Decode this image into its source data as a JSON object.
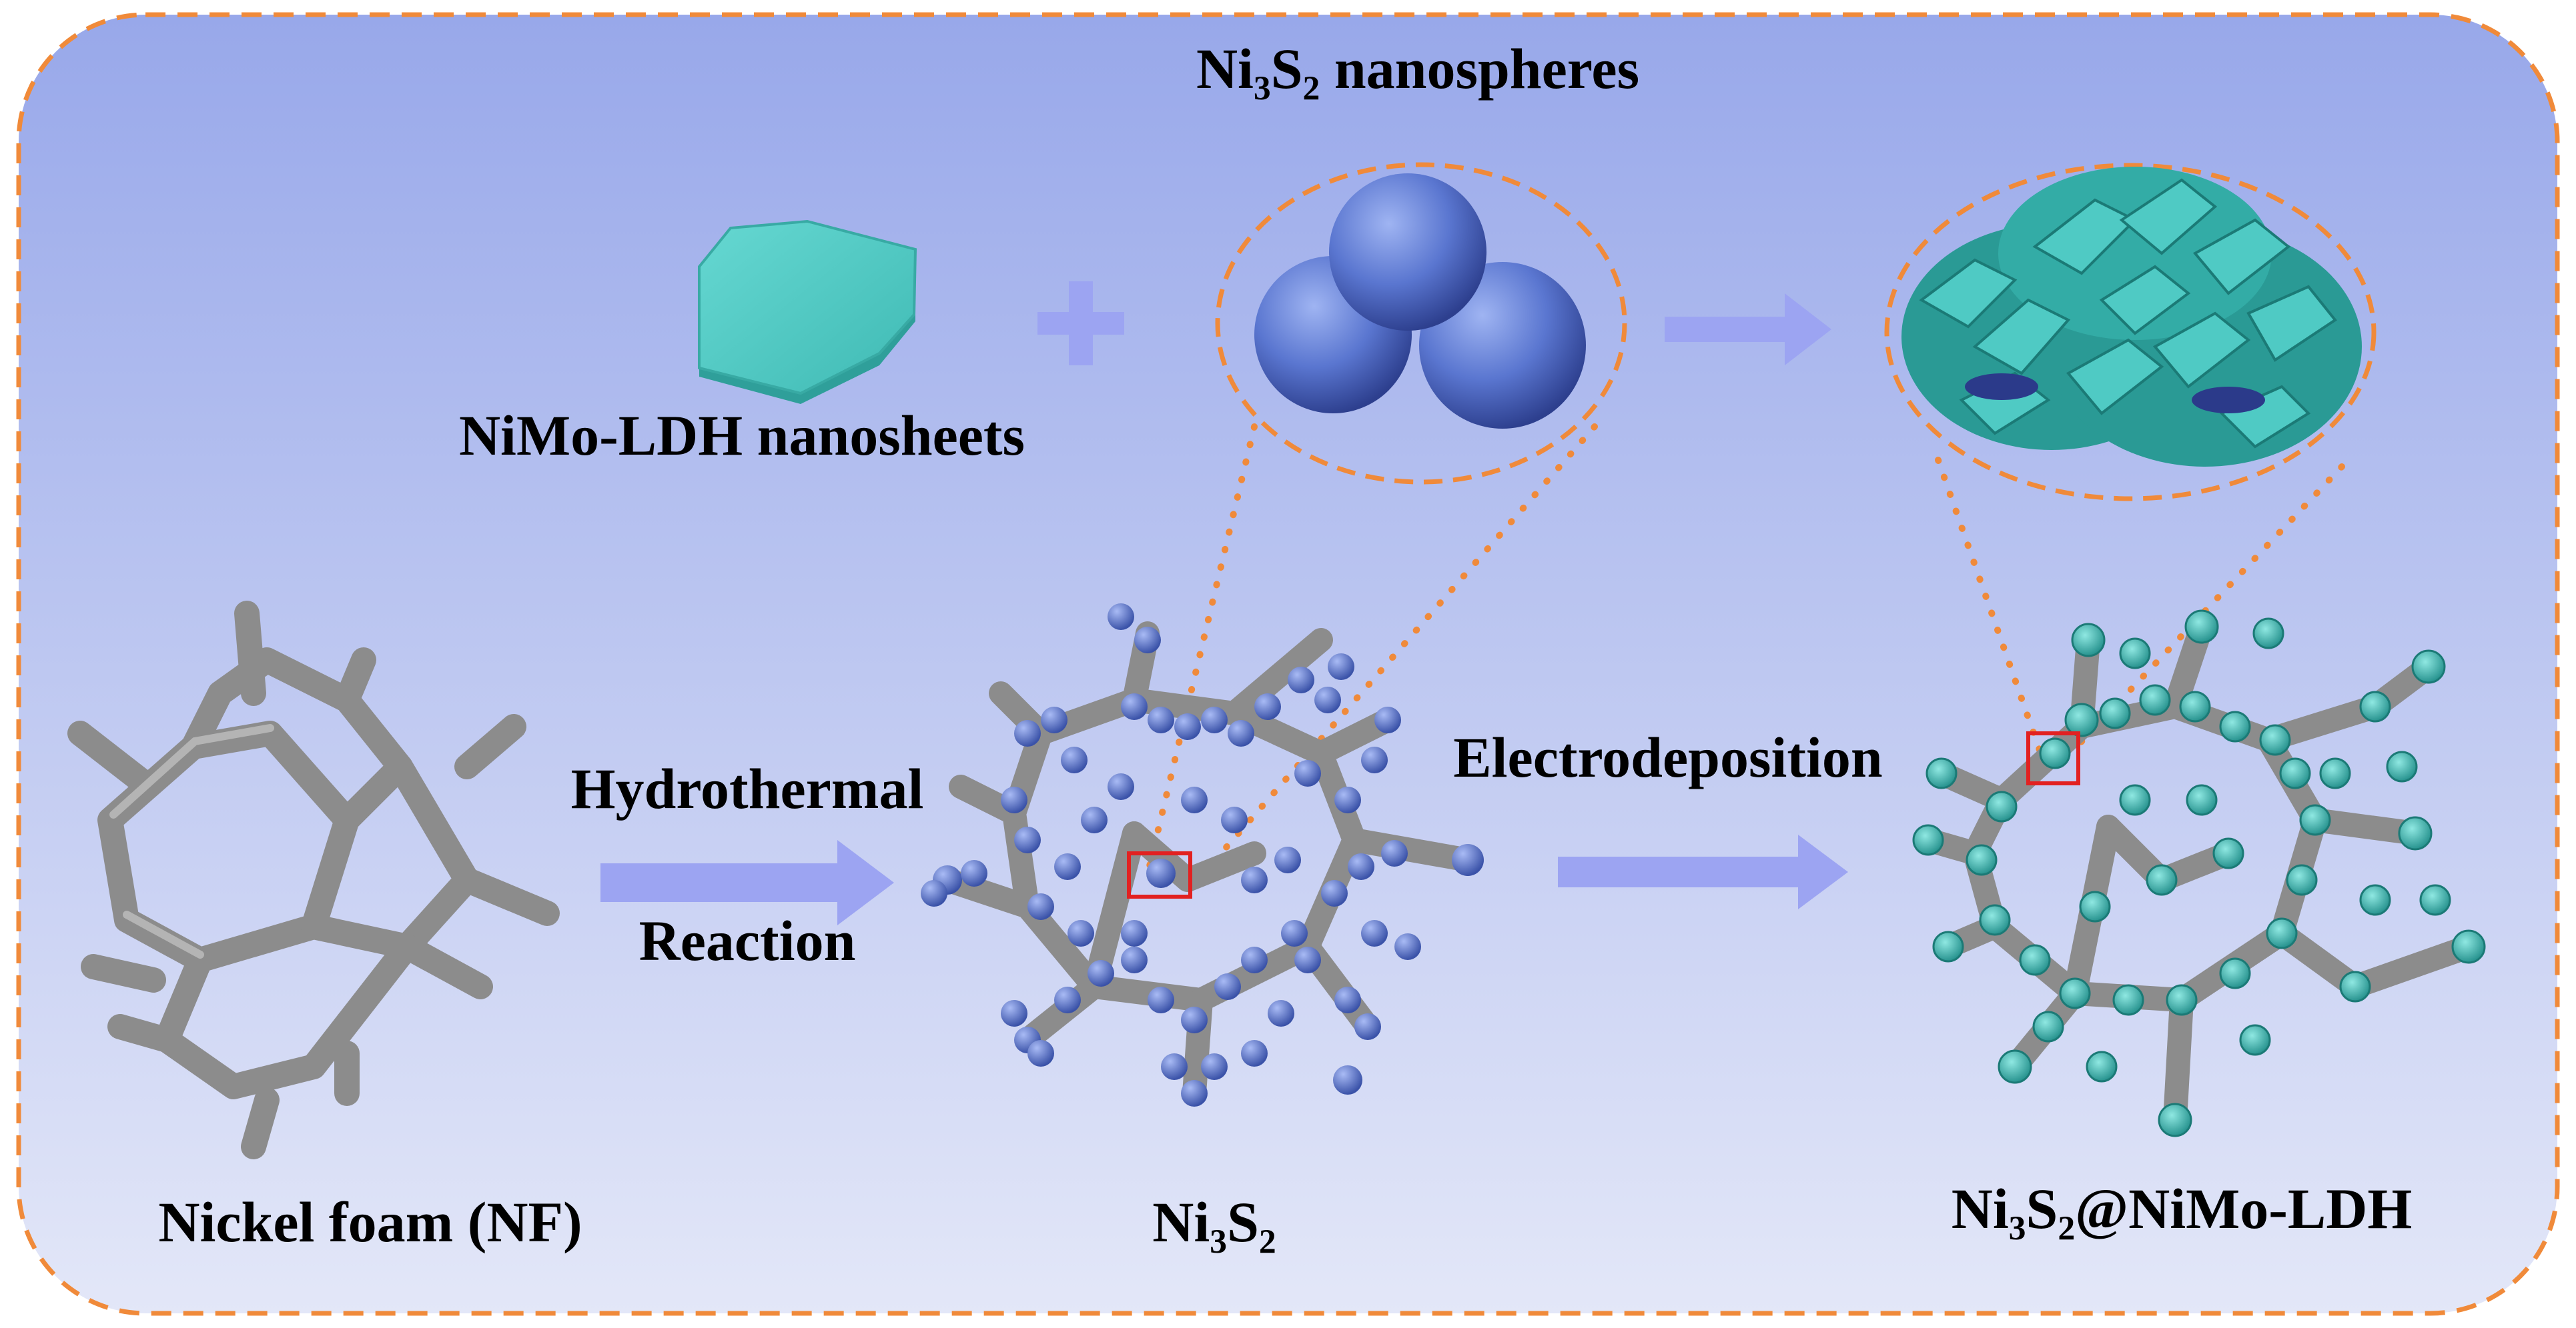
{
  "labels": {
    "title": "Ni₃S₂ nanospheres",
    "nanosheets": "NiMo-LDH nanosheets",
    "step1_top": "Hydrothermal",
    "step1_bottom": "Reaction",
    "step2": "Electrodeposition",
    "nf": "Nickel foam (NF)",
    "ni3s2": "Ni₃S₂",
    "product": "Ni₃S₂@NiMo-LDH"
  },
  "colors": {
    "border": "#f08a3a",
    "bg_top": "#98a8ea",
    "bg_bottom": "#e2e6f8",
    "arrow": "#9ca4f2",
    "foam": "#8f8f8f",
    "sphere": "#5a76d0",
    "ldh": "#46c6c0",
    "highlight": "#e22121"
  }
}
